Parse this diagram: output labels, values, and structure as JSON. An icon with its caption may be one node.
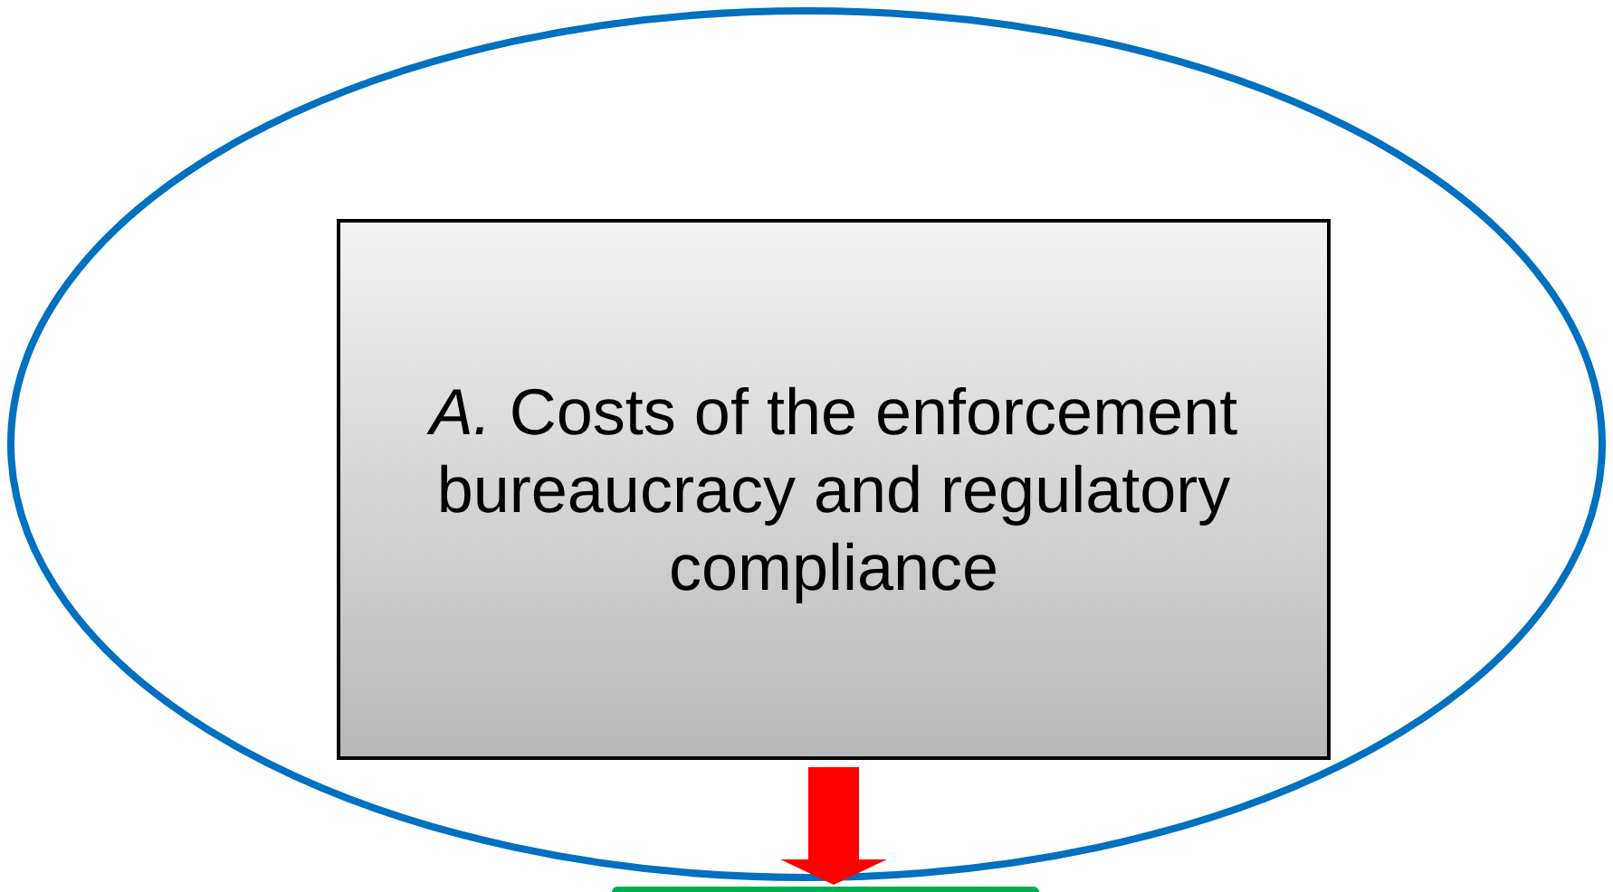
{
  "diagram": {
    "nodes": [
      {
        "text": [],
        "shape": "circle"
      },
      {
        "text": [
          "*A.* Costs of the enforcement bureaucracy and regulatory compliance"
        ],
        "in": 0
      },
      {
        "text": [],
        "shape": "bar"
      }
    ],
    "edges": [
      {
        "from": 1,
        "to": 2,
        "arrow": "to",
        "color": "#ff0000"
      }
    ]
  }
}
